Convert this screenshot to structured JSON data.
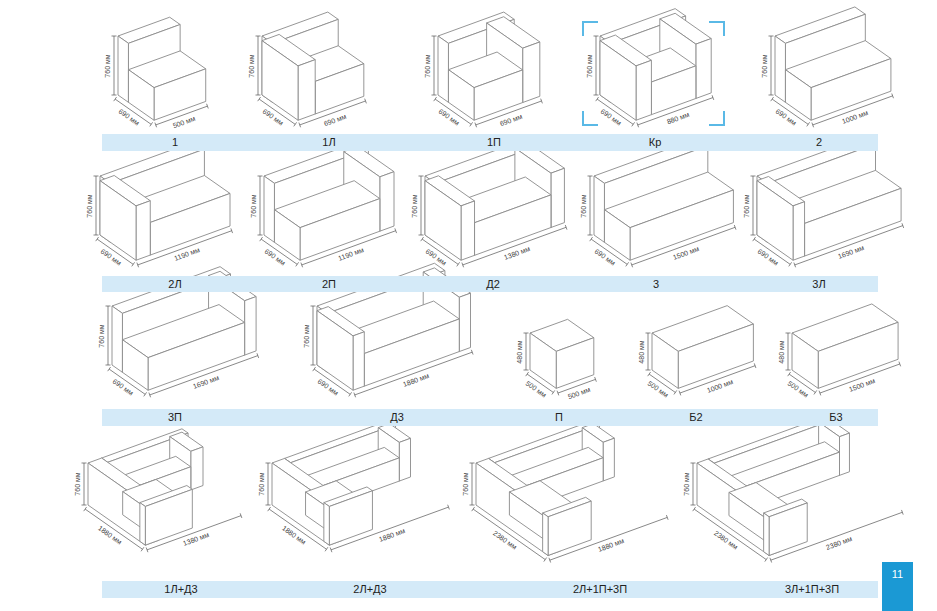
{
  "diagram": {
    "nodes": [
      {
        "text": [
          "1",
          "1Л",
          "1П",
          "Кр",
          "2"
        ]
      },
      {
        "text": [
          "2Л",
          "2П",
          "Д2",
          "3",
          "3Л"
        ]
      },
      {
        "text": [
          "3П",
          "Д3",
          "П",
          "Б2",
          "Б3"
        ]
      },
      {
        "text": [
          "1Л+Д3",
          "2Л+Д3",
          "2Л+1П+3П",
          "3Л+1П+3П"
        ]
      },
      {
        "text": [
          "11"
        ]
      }
    ],
    "labels": [
      "760 мм",
      "690 мм",
      "500 мм",
      "760 мм",
      "690 мм",
      "690 мм",
      "760 мм",
      "690 мм",
      "690 мм",
      "760 мм",
      "690 мм",
      "880 мм",
      "760 мм",
      "690 мм",
      "1000 мм",
      "760 мм",
      "690 мм",
      "1190 мм",
      "760 мм",
      "690 мм",
      "1190 мм",
      "760 мм",
      "690 мм",
      "1380 мм",
      "760 мм",
      "690 мм",
      "1500 мм",
      "760 мм",
      "690 мм",
      "1690 мм",
      "760 мм",
      "690 мм",
      "1690 мм",
      "760 мм",
      "690 мм",
      "1880 мм",
      "480 мм",
      "500 мм",
      "500 мм",
      "480 мм",
      "500 мм",
      "1000 мм",
      "480 мм",
      "500 мм",
      "1500 мм",
      "760 мм",
      "1880 мм",
      "1380 мм",
      "760 мм",
      "1880 мм",
      "1880 мм",
      "760 мм",
      "2380 мм",
      "1880 мм",
      "760 мм",
      "2380 мм",
      "2380 мм"
    ]
  }
}
